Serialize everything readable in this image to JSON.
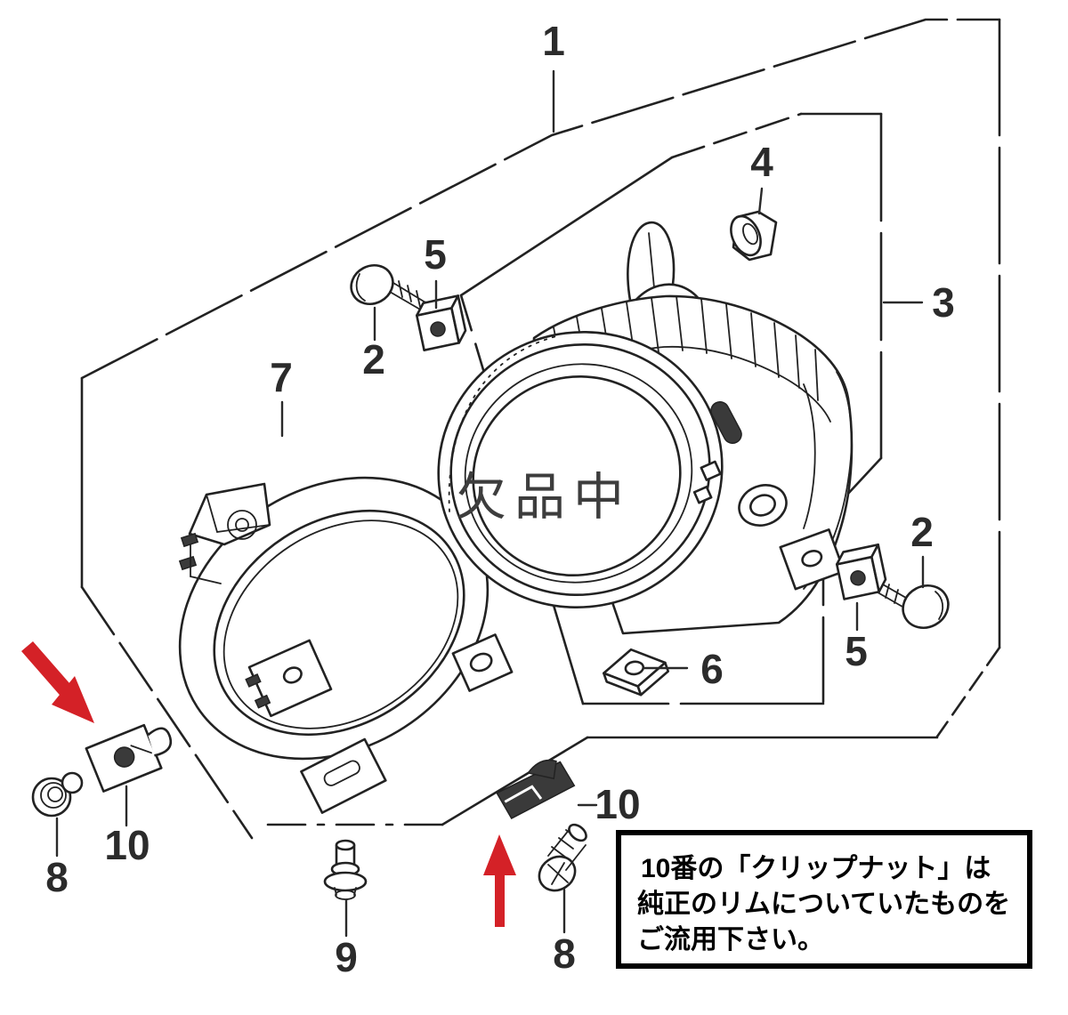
{
  "diagram": {
    "status_overlay": "欠品中",
    "note": {
      "line1": "10番の「クリップナット」は",
      "line2": "純正のリムについていたものを",
      "line3": "ご流用下さい。"
    },
    "part_labels": {
      "p1": "1",
      "p2_left": "2",
      "p2_right": "2",
      "p3": "3",
      "p4": "4",
      "p5_left": "5",
      "p5_right": "5",
      "p6": "6",
      "p7": "7",
      "p8_left": "8",
      "p8_right": "8",
      "p9": "9",
      "p10_left": "10",
      "p10_right": "10"
    },
    "colors": {
      "line": "#222222",
      "arrow_red": "#d42127",
      "overlay_text": "#3d3d3d",
      "note_border": "#000000"
    }
  }
}
